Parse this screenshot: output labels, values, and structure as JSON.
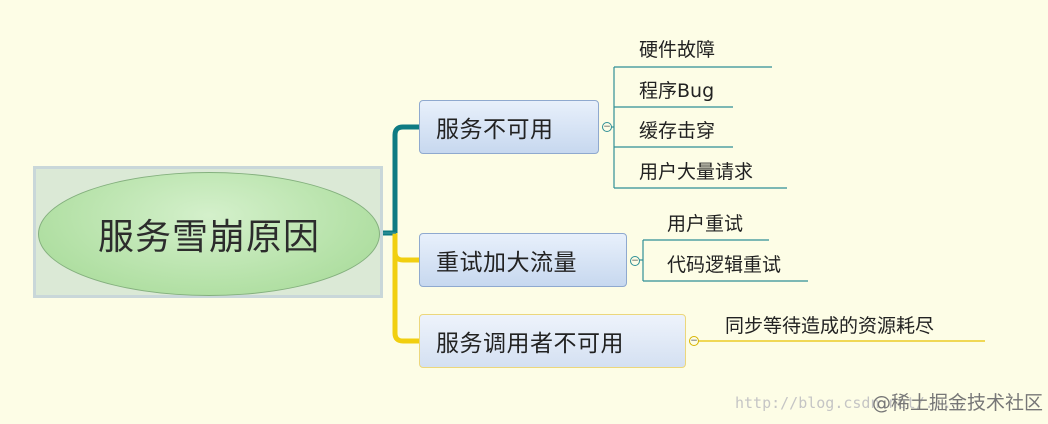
{
  "diagram": {
    "root": {
      "label": "服务雪崩原因"
    },
    "branches": [
      {
        "label": "服务不可用",
        "color": "#0e7b83",
        "children": [
          "硬件故障",
          "程序Bug",
          "缓存击穿",
          "用户大量请求"
        ]
      },
      {
        "label": "重试加大流量",
        "color": "#0e7b83",
        "children": [
          "用户重试",
          "代码逻辑重试"
        ]
      },
      {
        "label": "服务调用者不可用",
        "color": "#f1cf10",
        "children": [
          "同步等待造成的资源耗尽"
        ]
      }
    ]
  },
  "watermark": {
    "url": "http://blog.csdn.net/...",
    "badge": "@稀土掘金技术社区"
  },
  "colors": {
    "background": "#fdfde6",
    "teal_branch": "#0e7b83",
    "yellow_branch": "#f1cf10",
    "leaf_line_teal": "#2f8f96",
    "leaf_line_yellow": "#e8c100"
  }
}
